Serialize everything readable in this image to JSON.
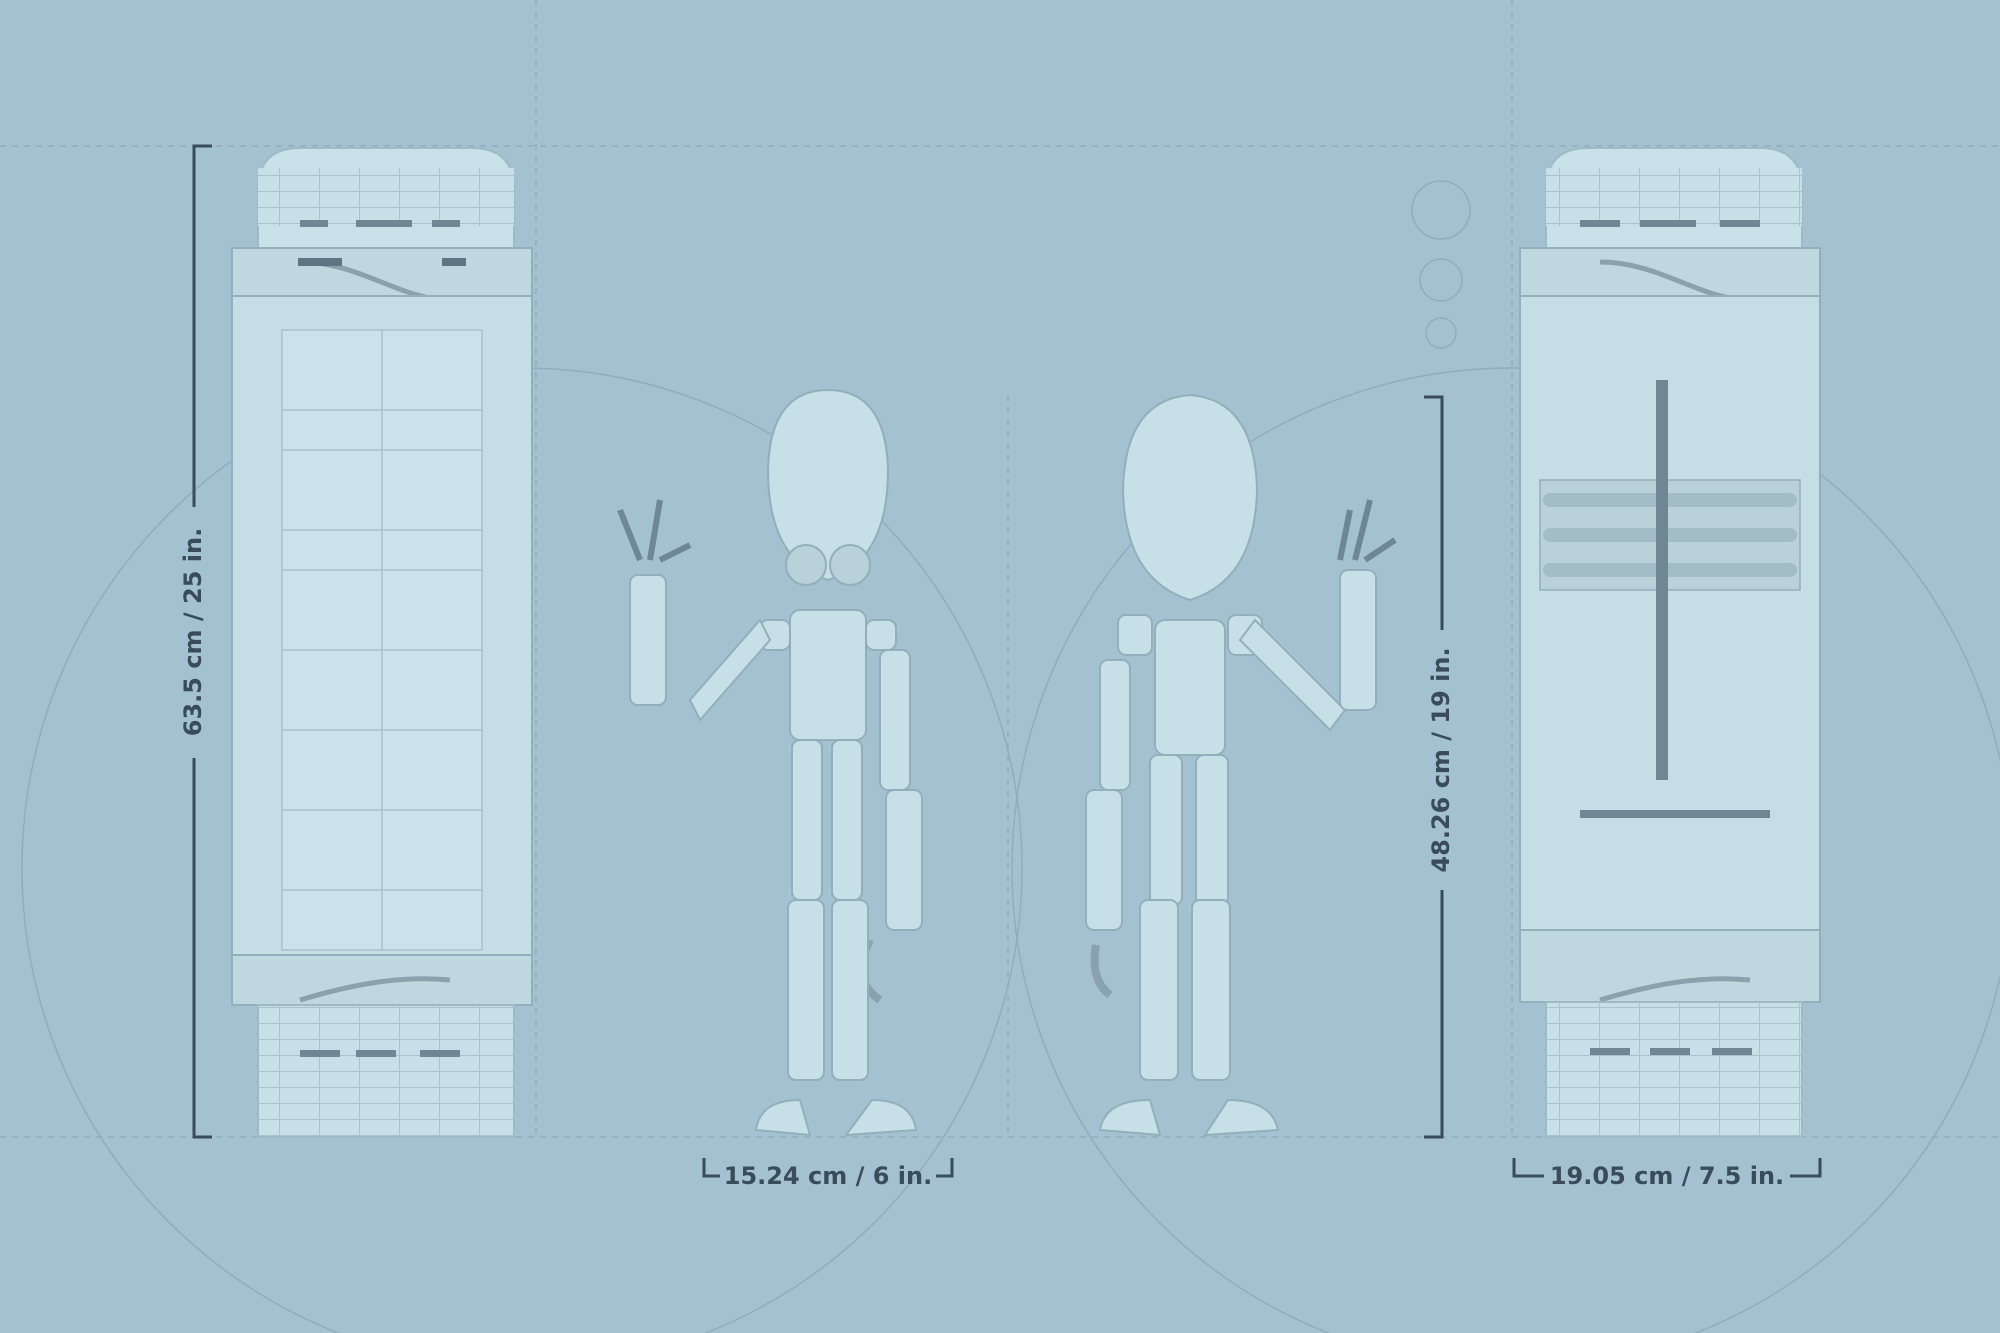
{
  "dimensions": {
    "pod_height": "63.5 cm / 25 in.",
    "figure_height": "48.26 cm / 19 in.",
    "figure_width": "15.24 cm / 6 in.",
    "pod_width": "19.05 cm / 7.5 in."
  },
  "colors": {
    "background": "#a3c1d1",
    "model": "#c7dfe6",
    "model_shade": "#b2ccd6",
    "lines": "#7d9aab",
    "dim_ink": "#3a4c5a"
  }
}
